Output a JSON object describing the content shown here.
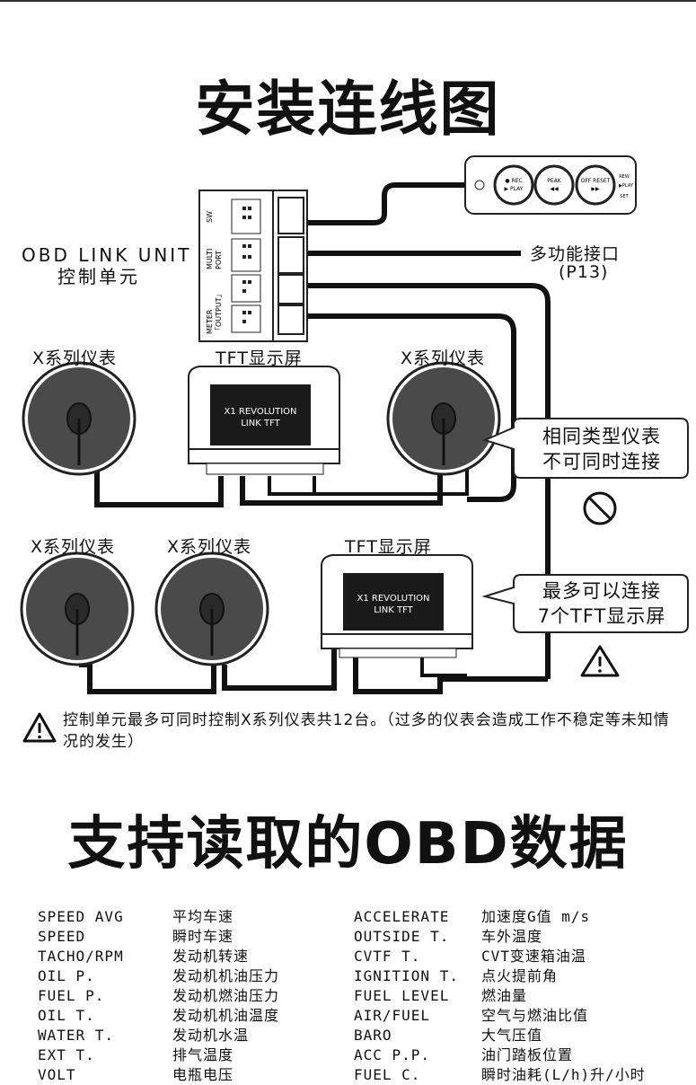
{
  "titles": {
    "wiring": "安装连线图",
    "obd": "支持读取的OBD数据"
  },
  "unit": {
    "name_en": "OBD LINK UNIT",
    "name_zh": "控制单元",
    "port_sw": "SW",
    "port_multi": "MULTI PORT",
    "port_meter": "METER「OUTPUT」"
  },
  "multi_port": {
    "label": "多功能接口",
    "code": "(P13)"
  },
  "labels": {
    "x_meter": "X系列仪表",
    "tft": "TFT显示屏",
    "tft_screen_line1": "X1 REVOLUTION",
    "tft_screen_line2": "LINK TFT"
  },
  "callouts": {
    "same_type_1": "相同类型仪表",
    "same_type_2": "不可同时连接",
    "max_tft_1": "最多可以连接",
    "max_tft_2": "7个TFT显示屏"
  },
  "note": "控制单元最多可同时控制X系列仪表共12台。（过多的仪表会造成工作不稳定等未知情况的发生）",
  "obd_left": [
    {
      "en": "SPEED AVG",
      "zh": "平均车速"
    },
    {
      "en": "SPEED",
      "zh": "瞬时车速"
    },
    {
      "en": "TACHO/RPM",
      "zh": "发动机转速"
    },
    {
      "en": "OIL P.",
      "zh": "发动机机油压力"
    },
    {
      "en": "FUEL P.",
      "zh": "发动机燃油压力"
    },
    {
      "en": "OIL T.",
      "zh": "发动机机油温度"
    },
    {
      "en": "WATER T.",
      "zh": "发动机水温"
    },
    {
      "en": "EXT T.",
      "zh": "排气温度"
    },
    {
      "en": "VOLT",
      "zh": "电瓶电压"
    }
  ],
  "obd_right": [
    {
      "en": "ACCELERATE",
      "zh": "加速度G值 m/s"
    },
    {
      "en": "OUTSIDE T.",
      "zh": "车外温度"
    },
    {
      "en": "CVTF T.",
      "zh": "CVT变速箱油温"
    },
    {
      "en": "IGNITION T.",
      "zh": "点火提前角"
    },
    {
      "en": "FUEL LEVEL",
      "zh": "燃油量"
    },
    {
      "en": "AIR/FUEL",
      "zh": "空气与燃油比值"
    },
    {
      "en": "BARO",
      "zh": "大气压值"
    },
    {
      "en": "ACC P.P.",
      "zh": "油门踏板位置"
    },
    {
      "en": "FUEL C.",
      "zh": "瞬时油耗(L/h)升/小时"
    }
  ],
  "colors": {
    "ink": "#111111",
    "gauge_face": "#4a4a4a",
    "screen": "#1a1a1a"
  }
}
